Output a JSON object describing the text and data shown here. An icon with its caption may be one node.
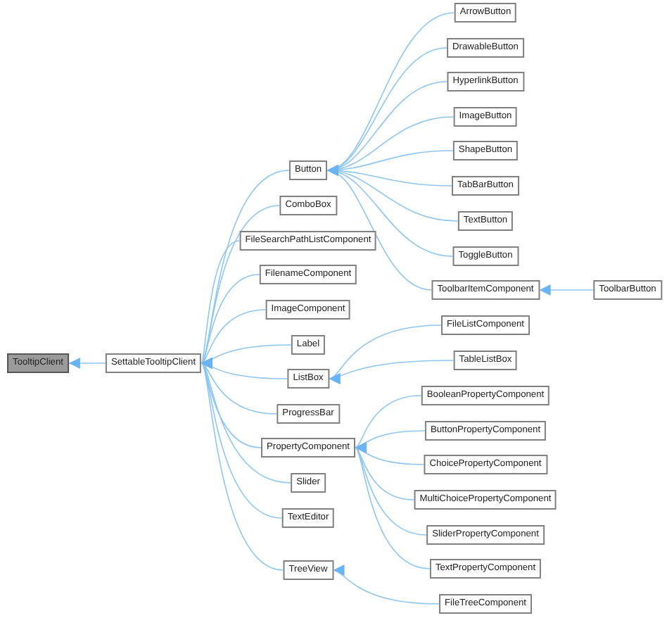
{
  "diagram": {
    "nodes": [
      {
        "text": [
          "TooltipClient"
        ]
      },
      {
        "text": [
          "SettableTooltipClient"
        ]
      },
      {
        "text": [
          "Button"
        ]
      },
      {
        "text": [
          "ComboBox"
        ]
      },
      {
        "text": [
          "FileSearchPathListComponent"
        ]
      },
      {
        "text": [
          "FilenameComponent"
        ]
      },
      {
        "text": [
          "ImageComponent"
        ]
      },
      {
        "text": [
          "Label"
        ]
      },
      {
        "text": [
          "ListBox"
        ]
      },
      {
        "text": [
          "ProgressBar"
        ]
      },
      {
        "text": [
          "PropertyComponent"
        ]
      },
      {
        "text": [
          "Slider"
        ]
      },
      {
        "text": [
          "TextEditor"
        ]
      },
      {
        "text": [
          "TreeView"
        ]
      },
      {
        "text": [
          "ArrowButton"
        ]
      },
      {
        "text": [
          "DrawableButton"
        ]
      },
      {
        "text": [
          "HyperlinkButton"
        ]
      },
      {
        "text": [
          "ImageButton"
        ]
      },
      {
        "text": [
          "ShapeButton"
        ]
      },
      {
        "text": [
          "TabBarButton"
        ]
      },
      {
        "text": [
          "TextButton"
        ]
      },
      {
        "text": [
          "ToggleButton"
        ]
      },
      {
        "text": [
          "ToolbarItemComponent"
        ]
      },
      {
        "text": [
          "ToolbarButton"
        ]
      },
      {
        "text": [
          "FileListComponent"
        ]
      },
      {
        "text": [
          "TableListBox"
        ]
      },
      {
        "text": [
          "BooleanPropertyComponent"
        ]
      },
      {
        "text": [
          "ButtonPropertyComponent"
        ]
      },
      {
        "text": [
          "ChoicePropertyComponent"
        ]
      },
      {
        "text": [
          "MultiChoicePropertyComponent"
        ]
      },
      {
        "text": [
          "SliderPropertyComponent"
        ]
      },
      {
        "text": [
          "TextPropertyComponent"
        ]
      },
      {
        "text": [
          "FileTreeComponent"
        ]
      }
    ],
    "edges": [
      {
        "from": 1,
        "to": 0,
        "arrow": "to"
      },
      {
        "from": 2,
        "to": 1,
        "arrow": "to"
      },
      {
        "from": 3,
        "to": 1,
        "arrow": "to"
      },
      {
        "from": 4,
        "to": 1,
        "arrow": "to"
      },
      {
        "from": 5,
        "to": 1,
        "arrow": "to"
      },
      {
        "from": 6,
        "to": 1,
        "arrow": "to"
      },
      {
        "from": 7,
        "to": 1,
        "arrow": "to"
      },
      {
        "from": 8,
        "to": 1,
        "arrow": "to"
      },
      {
        "from": 9,
        "to": 1,
        "arrow": "to"
      },
      {
        "from": 10,
        "to": 1,
        "arrow": "to"
      },
      {
        "from": 11,
        "to": 1,
        "arrow": "to"
      },
      {
        "from": 12,
        "to": 1,
        "arrow": "to"
      },
      {
        "from": 13,
        "to": 1,
        "arrow": "to"
      },
      {
        "from": 14,
        "to": 2,
        "arrow": "to"
      },
      {
        "from": 15,
        "to": 2,
        "arrow": "to"
      },
      {
        "from": 16,
        "to": 2,
        "arrow": "to"
      },
      {
        "from": 17,
        "to": 2,
        "arrow": "to"
      },
      {
        "from": 18,
        "to": 2,
        "arrow": "to"
      },
      {
        "from": 19,
        "to": 2,
        "arrow": "to"
      },
      {
        "from": 20,
        "to": 2,
        "arrow": "to"
      },
      {
        "from": 21,
        "to": 2,
        "arrow": "to"
      },
      {
        "from": 22,
        "to": 2,
        "arrow": "to"
      },
      {
        "from": 23,
        "to": 22,
        "arrow": "to"
      },
      {
        "from": 24,
        "to": 8,
        "arrow": "to"
      },
      {
        "from": 25,
        "to": 8,
        "arrow": "to"
      },
      {
        "from": 26,
        "to": 10,
        "arrow": "to"
      },
      {
        "from": 27,
        "to": 10,
        "arrow": "to"
      },
      {
        "from": 28,
        "to": 10,
        "arrow": "to"
      },
      {
        "from": 29,
        "to": 10,
        "arrow": "to"
      },
      {
        "from": 30,
        "to": 10,
        "arrow": "to"
      },
      {
        "from": 31,
        "to": 10,
        "arrow": "to"
      },
      {
        "from": 32,
        "to": 13,
        "arrow": "to"
      }
    ]
  }
}
